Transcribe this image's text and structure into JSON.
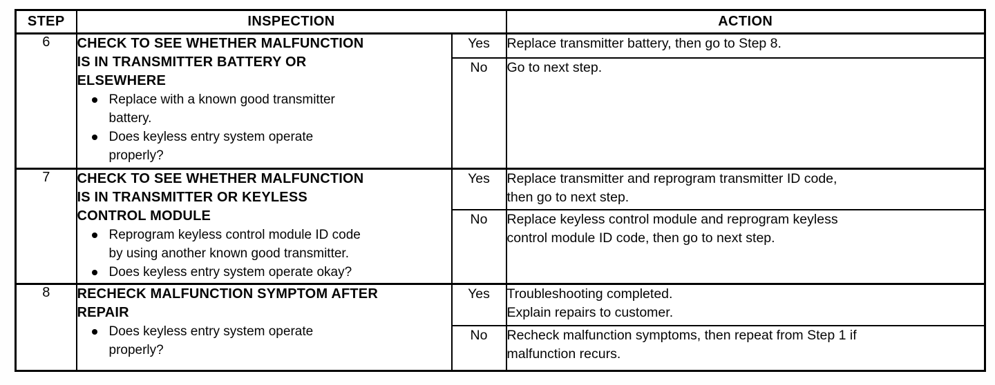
{
  "style": {
    "ink_color": "#000000",
    "paper_color": "#ffffff"
  },
  "table": {
    "headers": {
      "step": "STEP",
      "inspection": "INSPECTION",
      "action": "ACTION"
    },
    "rows": [
      {
        "step": "6",
        "title_lines": [
          "CHECK TO SEE WHETHER MALFUNCTION",
          "IS IN TRANSMITTER BATTERY OR",
          "ELSEWHERE"
        ],
        "bullets": [
          [
            "Replace with a known good transmitter",
            "battery."
          ],
          [
            "Does keyless entry system operate",
            "properly?"
          ]
        ],
        "yes_label": "Yes",
        "yes_action_lines": [
          "Replace transmitter battery, then go to Step 8."
        ],
        "no_label": "No",
        "no_action_lines": [
          "Go to next step."
        ]
      },
      {
        "step": "7",
        "title_lines": [
          "CHECK TO SEE WHETHER MALFUNCTION",
          "IS IN TRANSMITTER OR KEYLESS",
          "CONTROL MODULE"
        ],
        "bullets": [
          [
            "Reprogram keyless control module ID code",
            "by using another known good transmitter."
          ],
          [
            "Does keyless entry system operate okay?"
          ]
        ],
        "yes_label": "Yes",
        "yes_action_lines": [
          "Replace transmitter and reprogram transmitter ID code,",
          "then go to next step."
        ],
        "no_label": "No",
        "no_action_lines": [
          "Replace keyless control module and reprogram keyless",
          "control module ID code, then go to next step."
        ]
      },
      {
        "step": "8",
        "title_lines": [
          "RECHECK MALFUNCTION SYMPTOM AFTER",
          "REPAIR"
        ],
        "bullets": [
          [
            "Does keyless entry system operate",
            "properly?"
          ]
        ],
        "yes_label": "Yes",
        "yes_action_lines": [
          "Troubleshooting completed.",
          "Explain repairs to customer."
        ],
        "no_label": "No",
        "no_action_lines": [
          "Recheck malfunction symptoms, then repeat from Step 1 if",
          "malfunction recurs."
        ]
      }
    ]
  }
}
